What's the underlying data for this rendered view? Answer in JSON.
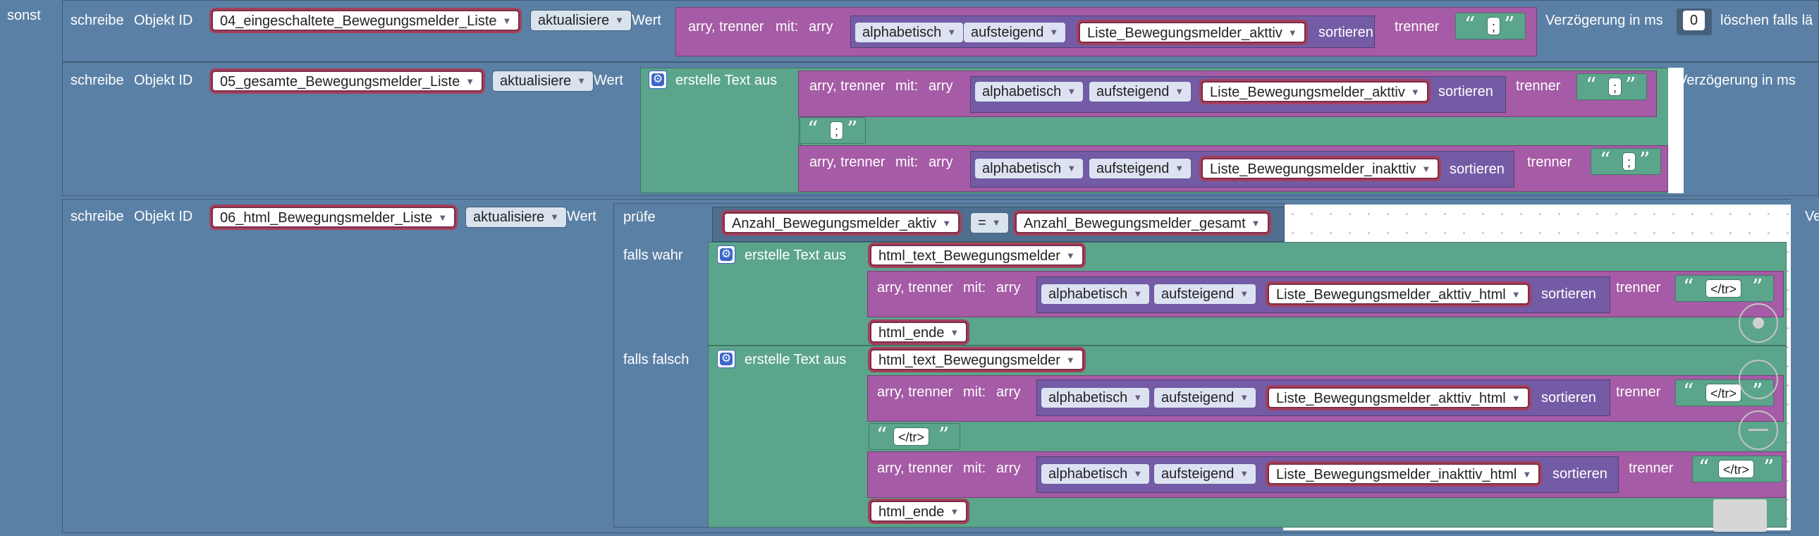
{
  "labels": {
    "sonst": "sonst",
    "schreibe": "schreibe",
    "objekt_id": "Objekt ID",
    "wert": "Wert",
    "arry_trenner": "arry, trenner",
    "mit": "mit:",
    "arry": "arry",
    "sortieren": "sortieren",
    "trenner": "trenner",
    "erstelle_text_aus": "erstelle Text aus",
    "pruefe": "prüfe",
    "falls_wahr": "falls wahr",
    "falls_falsch": "falls falsch",
    "verzoegerung": "Verzögerung in ms",
    "loeschen": "löschen falls lä",
    "ve": "Ve"
  },
  "block1": {
    "object_id": "04_eingeschaltete_Bewegungsmelder_Liste",
    "mode": "aktualisiere",
    "sort_by": "alphabetisch",
    "order": "aufsteigend",
    "list_var": "Liste_Bewegungsmelder_akttiv",
    "separator": ";",
    "delay_value": "0"
  },
  "block2": {
    "object_id": "05_gesamte_Bewegungsmelder_Liste",
    "mode": "aktualisiere",
    "row1": {
      "sort_by": "alphabetisch",
      "order": "aufsteigend",
      "list_var": "Liste_Bewegungsmelder_akttiv",
      "separator": ";"
    },
    "mid_text": ";",
    "row2": {
      "sort_by": "alphabetisch",
      "order": "aufsteigend",
      "list_var": "Liste_Bewegungsmelder_inakttiv",
      "separator": ";"
    }
  },
  "block3": {
    "object_id": "06_html_Bewegungsmelder_Liste",
    "mode": "aktualisiere",
    "compare_left": "Anzahl_Bewegungsmelder_aktiv",
    "operator": "=",
    "compare_right": "Anzahl_Bewegungsmelder_gesamt",
    "true_branch": {
      "head_var": "html_text_Bewegungsmelder",
      "row": {
        "sort_by": "alphabetisch",
        "order": "aufsteigend",
        "list_var": "Liste_Bewegungsmelder_akttiv_html",
        "separator": "</tr>"
      },
      "end_var": "html_ende"
    },
    "false_branch": {
      "head_var": "html_text_Bewegungsmelder",
      "row1": {
        "sort_by": "alphabetisch",
        "order": "aufsteigend",
        "list_var": "Liste_Bewegungsmelder_akttiv_html",
        "separator": "</tr>"
      },
      "mid_text": "</tr>",
      "row2": {
        "sort_by": "alphabetisch",
        "order": "aufsteigend",
        "list_var": "Liste_Bewegungsmelder_inakttiv_html",
        "separator": "</tr>"
      },
      "end_var": "html_ende"
    }
  },
  "colors": {
    "control_blue": "#5b80a5",
    "lists_purple": "#a55ba5",
    "text_green": "#5ba58c",
    "variable_red": "#a5405b",
    "sort_lilac": "#745ba5"
  },
  "icons": [
    "gear-icon",
    "dropdown-caret-icon",
    "workspace-center-icon",
    "zoom-in-icon",
    "zoom-out-icon",
    "trash-icon"
  ]
}
